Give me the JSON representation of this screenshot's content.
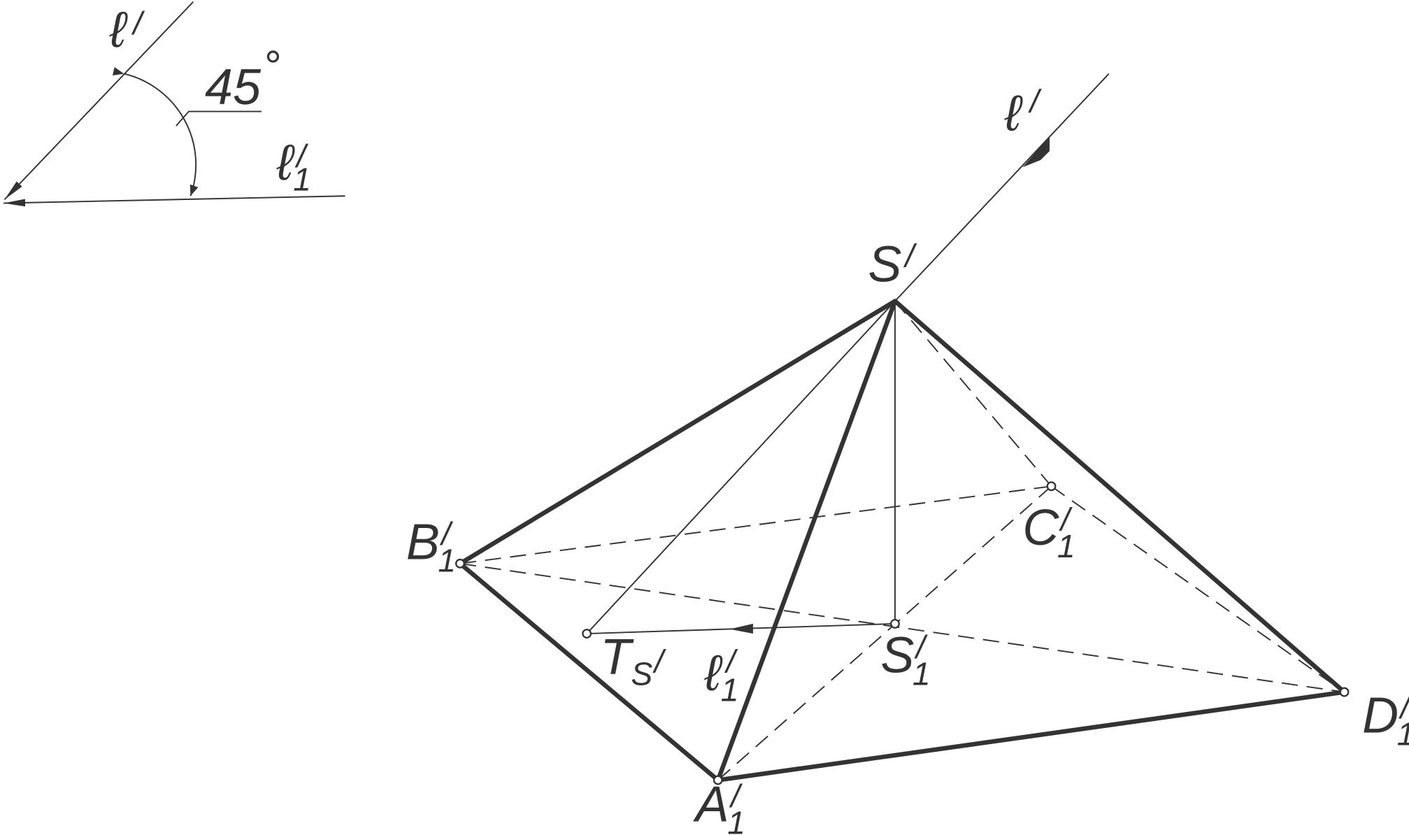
{
  "labels": {
    "ell": "ℓ",
    "prime": "/",
    "one": "1",
    "angle_value": "45",
    "degree": "°",
    "S": "S",
    "A": "A",
    "B": "B",
    "C": "C",
    "D": "D",
    "T": "T",
    "T_subscript": "S"
  },
  "colors": {
    "stroke": "#333333",
    "background": "#ffffff"
  }
}
